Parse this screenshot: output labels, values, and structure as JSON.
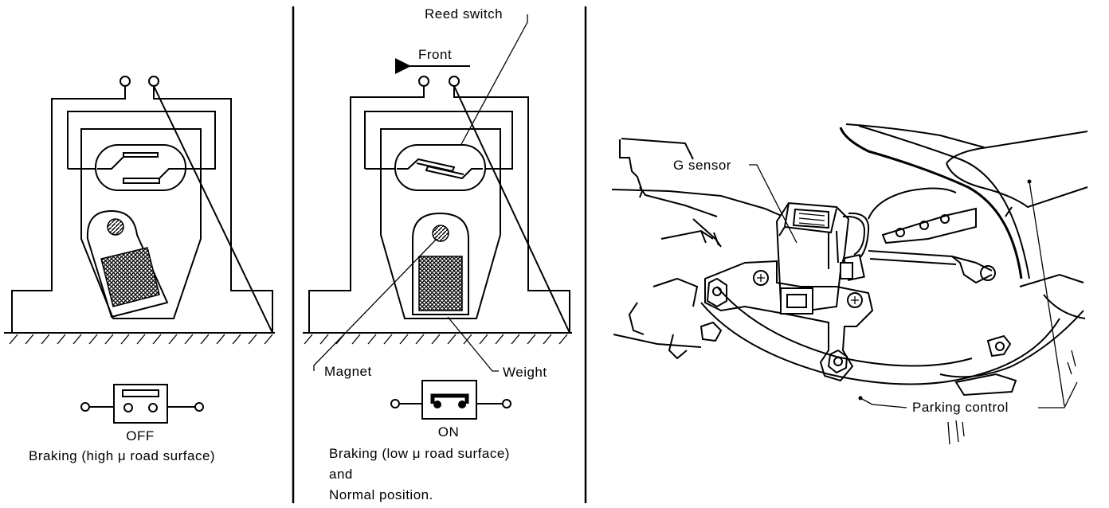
{
  "left_panel": {
    "state_label": "OFF",
    "caption": "Braking (high μ road surface)"
  },
  "middle_panel": {
    "reed_switch_label": "Reed switch",
    "front_label": "Front",
    "magnet_label": "Magnet",
    "weight_label": "Weight",
    "state_label": "ON",
    "caption_line1": "Braking (low μ road surface)",
    "caption_line2": "and",
    "caption_line3": "Normal position."
  },
  "right_panel": {
    "g_sensor_label": "G sensor",
    "parking_control_label": "Parking control"
  }
}
